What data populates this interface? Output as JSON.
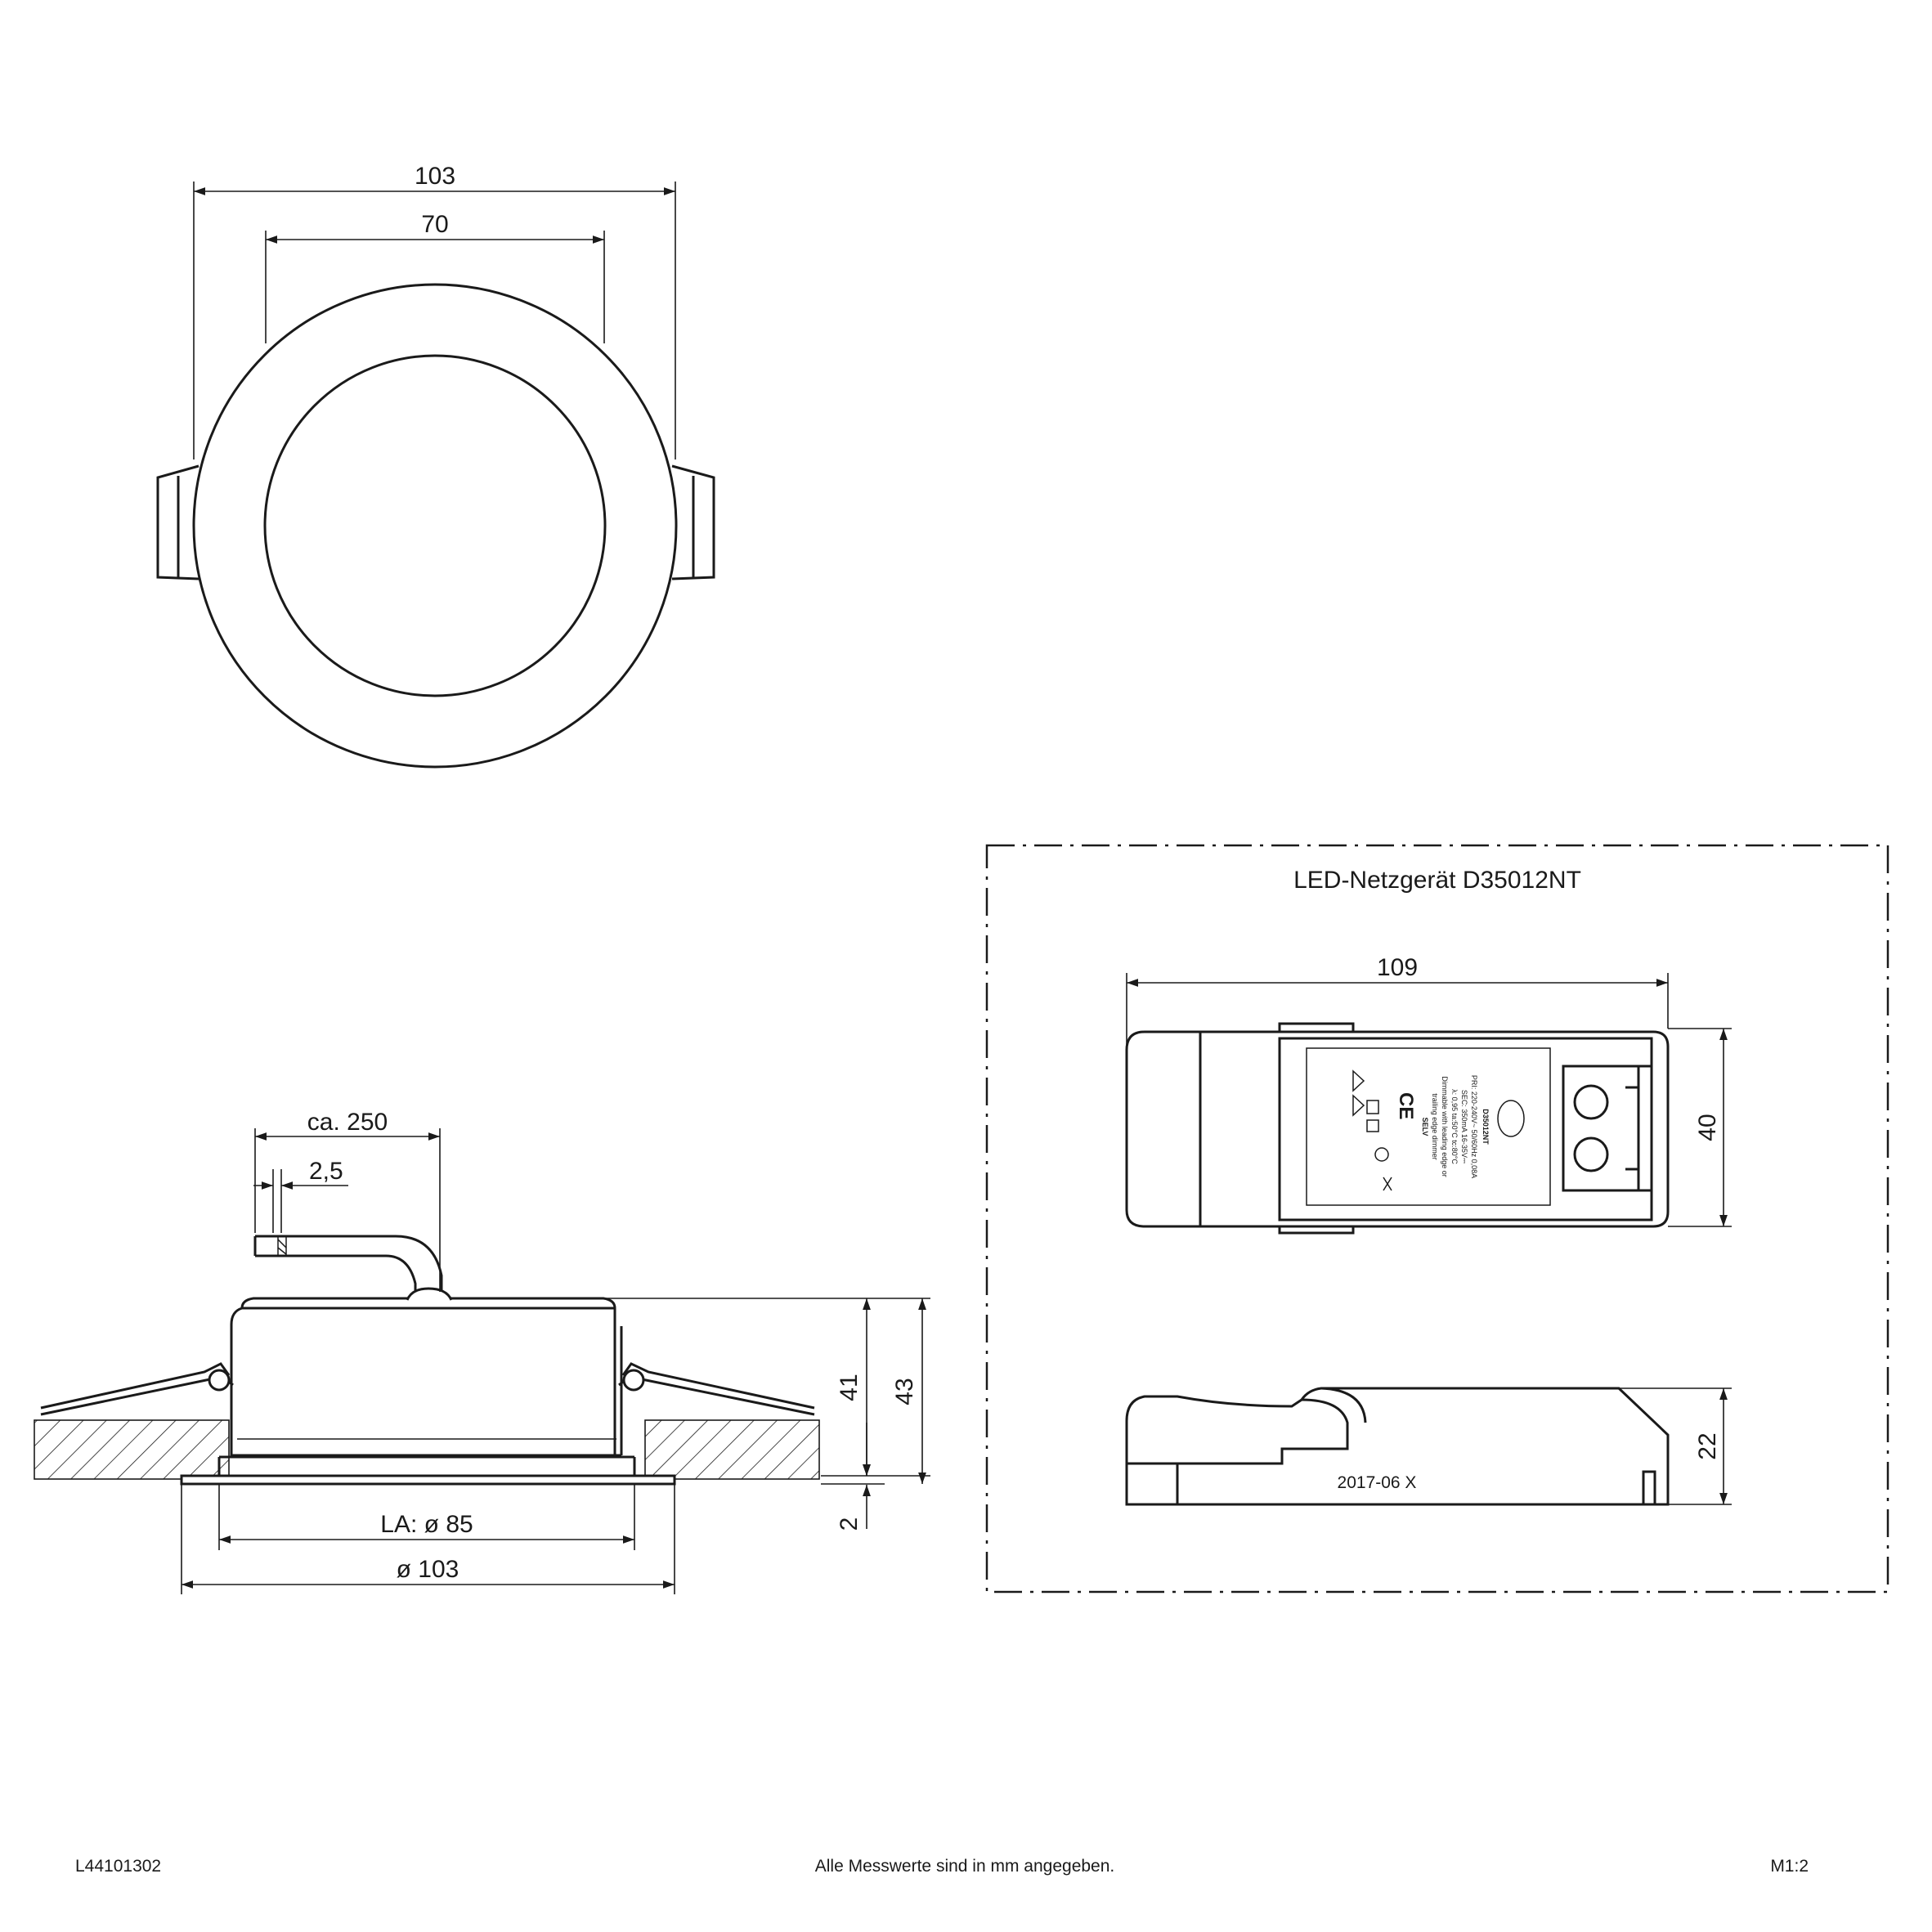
{
  "top_view": {
    "dim_outer": "103",
    "dim_inner": "70"
  },
  "side_view": {
    "dim_cable": "ca. 250",
    "dim_cable_dia": "2,5",
    "dim_height_41": "41",
    "dim_height_43": "43",
    "dim_flange_2": "2",
    "dim_cutout": "LA: ø 85",
    "dim_diameter": "ø 103"
  },
  "driver_box": {
    "title": "LED-Netzgerät D35012NT",
    "dim_length": "109",
    "dim_width": "40",
    "dim_height": "22",
    "side_stamp": "2017-06 X",
    "label": {
      "model": "D35012NT",
      "pri": "PRI: 220-240V~ 50/60Hz 0,08A",
      "sec": "SEC: 350mA 16-35V⎓",
      "specs": "λ: 0,95  ta:50°C  tc:80°C",
      "dim1": "Dimmable with leading edge or",
      "dim2": "trailing edge dimmer",
      "selv": "SELV",
      "ce": "CE"
    }
  },
  "footer": {
    "article": "L44101302",
    "note": "Alle Messwerte sind in mm angegeben.",
    "scale": "M1:2"
  }
}
